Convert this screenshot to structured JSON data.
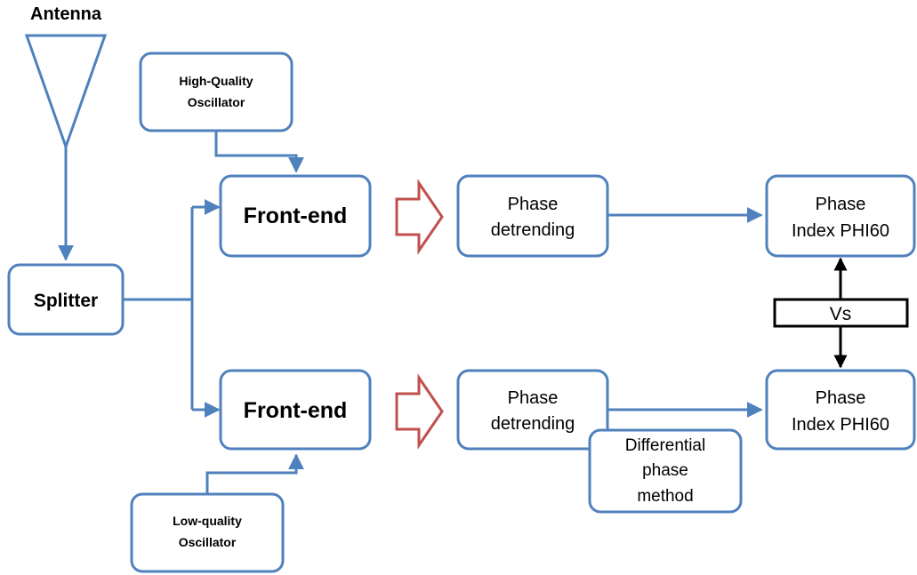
{
  "title": "Antenna",
  "blocks": {
    "hq_oscillator": [
      "High-Quality",
      "Oscillator"
    ],
    "lq_oscillator": [
      "Low-quality",
      "Oscillator"
    ],
    "splitter": "Splitter",
    "frontend_top": "Front-end",
    "frontend_bottom": "Front-end",
    "detrend_top": [
      "Phase",
      "detrending"
    ],
    "detrend_bottom": [
      "Phase",
      "detrending"
    ],
    "differential": [
      "Differential",
      "phase",
      "method"
    ],
    "phi_top": [
      "Phase",
      "Index PHI60"
    ],
    "phi_bottom": [
      "Phase",
      "Index PHI60"
    ],
    "vs": "Vs"
  },
  "colors": {
    "box_stroke": "#4F81BD",
    "connector": "#4F81BD",
    "hollow_arrow": "#C0504D",
    "vs_stroke": "#000000"
  }
}
